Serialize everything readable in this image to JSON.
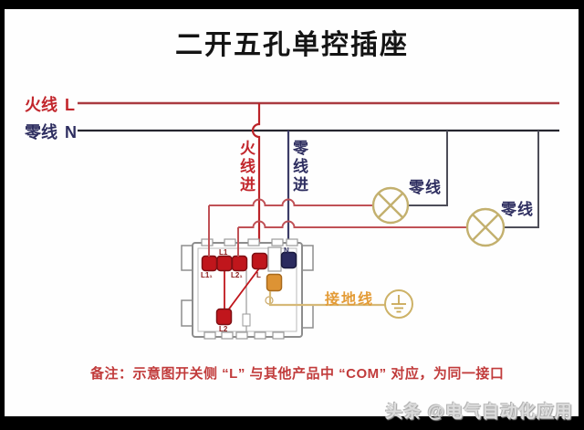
{
  "title": "二开五孔单控插座",
  "labels": {
    "live": "火线",
    "live_symbol": "L",
    "neutral": "零线",
    "neutral_symbol": "N",
    "live_in": "火线进",
    "neutral_in": "零线进",
    "lamp1_neutral": "零线",
    "lamp2_neutral": "零线",
    "ground": "接地线"
  },
  "terminals": {
    "l11": "L1₁",
    "l1": "L1",
    "l21": "L2₁",
    "l": "L",
    "n": "N",
    "l2": "L2"
  },
  "note": "备注：示意图开关侧 “L” 与其他产品中 “COM” 对应，为同一接口",
  "watermark": "头条 @电气自动化应用",
  "colors": {
    "live_bus": "#aa3a40",
    "live_in": "#bb2328",
    "lamp_feed": "#c05156",
    "neutral_bus": "#26262e",
    "neutral_in": "#3c3c68",
    "lamp_return": "#4d4d58",
    "lamp_outline": "#c3b06e",
    "ground_wire": "#d6b977",
    "ground_accent": "#e39b36",
    "terminal_red": "#c0161c",
    "terminal_navy": "#2b2b5e",
    "terminal_ground": "#dd9334",
    "socket_outline": "#8d8d8d",
    "note_red": "#c13b3b"
  }
}
